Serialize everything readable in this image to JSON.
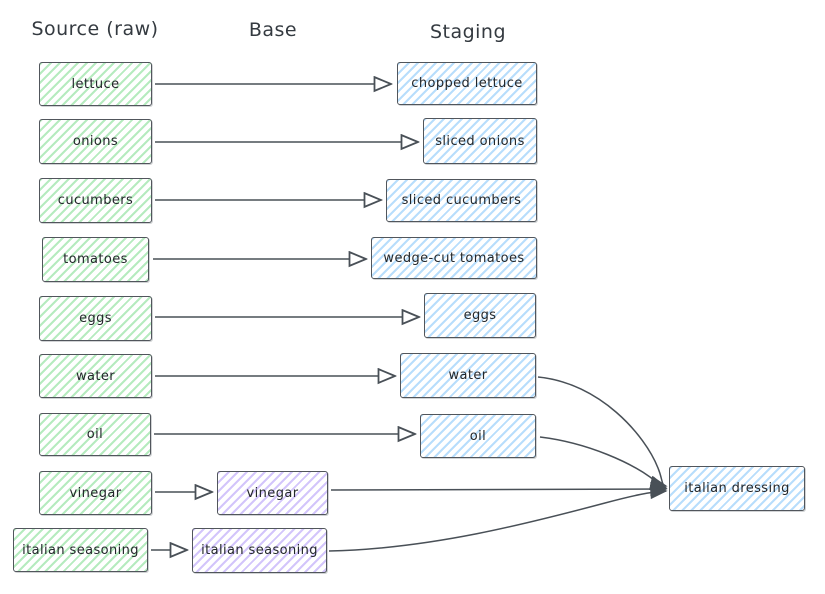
{
  "diagram": {
    "columns": {
      "source": "Source (raw)",
      "base": "Base",
      "staging": "Staging"
    },
    "nodes": {
      "src_lettuce": {
        "label": "lettuce",
        "column": "source",
        "color": "green"
      },
      "src_onions": {
        "label": "onions",
        "column": "source",
        "color": "green"
      },
      "src_cucumbers": {
        "label": "cucumbers",
        "column": "source",
        "color": "green"
      },
      "src_tomatoes": {
        "label": "tomatoes",
        "column": "source",
        "color": "green"
      },
      "src_eggs": {
        "label": "eggs",
        "column": "source",
        "color": "green"
      },
      "src_water": {
        "label": "water",
        "column": "source",
        "color": "green"
      },
      "src_oil": {
        "label": "oil",
        "column": "source",
        "color": "green"
      },
      "src_vinegar": {
        "label": "vinegar",
        "column": "source",
        "color": "green"
      },
      "src_italian_seasoning": {
        "label": "italian seasoning",
        "column": "source",
        "color": "green"
      },
      "base_vinegar": {
        "label": "vinegar",
        "column": "base",
        "color": "purple"
      },
      "base_italian_seasoning": {
        "label": "italian seasoning",
        "column": "base",
        "color": "purple"
      },
      "stg_chopped_lettuce": {
        "label": "chopped lettuce",
        "column": "staging",
        "color": "blue"
      },
      "stg_sliced_onions": {
        "label": "sliced onions",
        "column": "staging",
        "color": "blue"
      },
      "stg_sliced_cucumbers": {
        "label": "sliced cucumbers",
        "column": "staging",
        "color": "blue"
      },
      "stg_wedge_cut_tomatoes": {
        "label": "wedge-cut tomatoes",
        "column": "staging",
        "color": "blue"
      },
      "stg_eggs": {
        "label": "eggs",
        "column": "staging",
        "color": "blue"
      },
      "stg_water": {
        "label": "water",
        "column": "staging",
        "color": "blue"
      },
      "stg_oil": {
        "label": "oil",
        "column": "staging",
        "color": "blue"
      },
      "italian_dressing": {
        "label": "italian dressing",
        "column": "result",
        "color": "blue"
      }
    },
    "edges": [
      {
        "from": "src_lettuce",
        "to": "stg_chopped_lettuce"
      },
      {
        "from": "src_onions",
        "to": "stg_sliced_onions"
      },
      {
        "from": "src_cucumbers",
        "to": "stg_sliced_cucumbers"
      },
      {
        "from": "src_tomatoes",
        "to": "stg_wedge_cut_tomatoes"
      },
      {
        "from": "src_eggs",
        "to": "stg_eggs"
      },
      {
        "from": "src_water",
        "to": "stg_water"
      },
      {
        "from": "src_oil",
        "to": "stg_oil"
      },
      {
        "from": "src_vinegar",
        "to": "base_vinegar"
      },
      {
        "from": "src_italian_seasoning",
        "to": "base_italian_seasoning"
      },
      {
        "from": "stg_water",
        "to": "italian_dressing"
      },
      {
        "from": "stg_oil",
        "to": "italian_dressing"
      },
      {
        "from": "base_vinegar",
        "to": "italian_dressing"
      },
      {
        "from": "base_italian_seasoning",
        "to": "italian_dressing"
      }
    ],
    "colors": {
      "source_fill": "#51cf66",
      "staging_fill": "#4dabf7",
      "base_fill": "#7950f2",
      "stroke": "#495057",
      "text": "#23272b",
      "background": "#ffffff"
    }
  }
}
